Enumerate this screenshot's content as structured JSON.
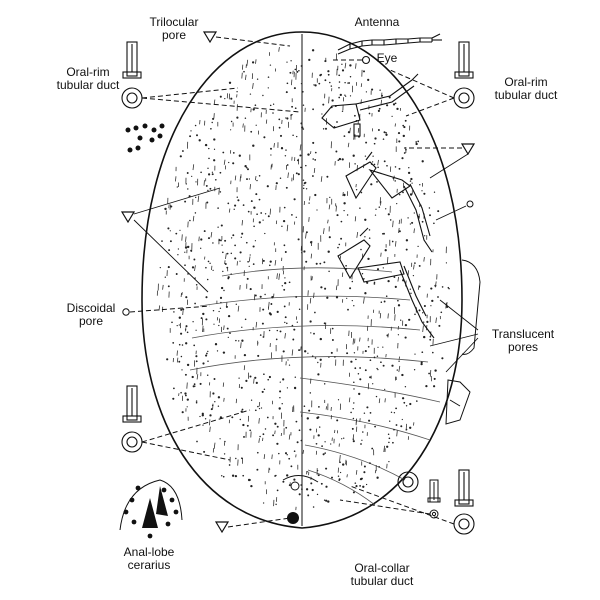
{
  "figure": {
    "labels": {
      "trilocular_pore": [
        "Trilocular",
        "pore"
      ],
      "antenna": [
        "Antenna"
      ],
      "eye": [
        "Eye"
      ],
      "oral_rim_left": [
        "Oral-rim",
        "tubular duct"
      ],
      "oral_rim_right": [
        "Oral-rim",
        "tubular duct"
      ],
      "discoidal_pore": [
        "Discoidal",
        "pore"
      ],
      "translucent_pores": [
        "Translucent",
        "pores"
      ],
      "anal_lobe_cerarius": [
        "Anal-lobe",
        "cerarius"
      ],
      "oral_collar_duct": [
        "Oral-collar",
        "tubular duct"
      ]
    },
    "colors": {
      "ink": "#111111",
      "paper": "#ffffff"
    }
  }
}
